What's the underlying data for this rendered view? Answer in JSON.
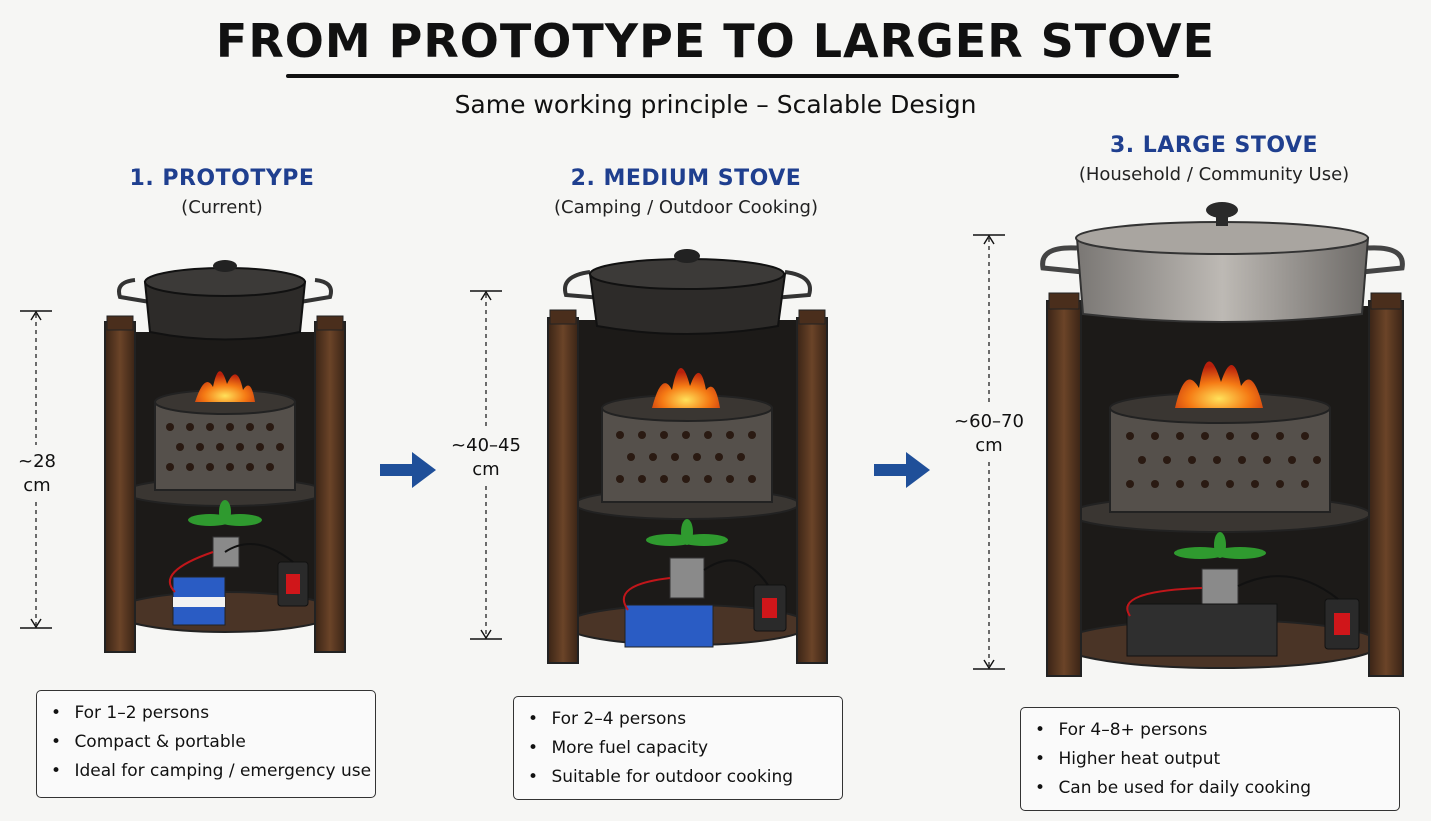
{
  "title": "FROM PROTOTYPE TO LARGER STOVE",
  "subtitle": "Same working principle – Scalable Design",
  "stages": [
    {
      "title": "1. PROTOTYPE",
      "subtitle": "(Current)",
      "height_label": "~28 cm",
      "features": [
        "For 1–2 persons",
        "Compact & portable",
        "Ideal for camping / emergency use"
      ]
    },
    {
      "title": "2. MEDIUM STOVE",
      "subtitle": "(Camping / Outdoor Cooking)",
      "height_label_line1": "~40–45",
      "height_label_line2": "cm",
      "features": [
        "For 2–4 persons",
        "More fuel capacity",
        "Suitable for outdoor cooking"
      ]
    },
    {
      "title": "3. LARGE STOVE",
      "subtitle": "(Household / Community Use)",
      "height_label_line1": "~60–70",
      "height_label_line2": "cm",
      "features": [
        "For 4–8+ persons",
        "Higher heat output",
        "Can be used for daily cooking"
      ]
    }
  ],
  "colors": {
    "accent_blue": "#1f3f8f",
    "arrow_blue": "#1f4f99",
    "rust": "#5a3a26",
    "fire": "#f06a12",
    "fan_green": "#2f9a2f",
    "switch_red": "#d0161a"
  },
  "icons": [
    "right-arrow-icon",
    "stove-illustration"
  ]
}
